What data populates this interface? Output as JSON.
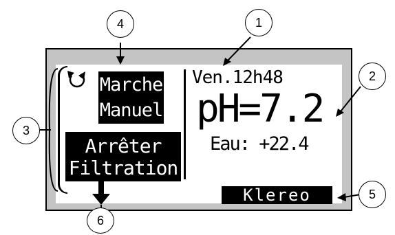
{
  "display": {
    "mode_line1": "Marche",
    "mode_line2": "Manuel",
    "stop_line1": "Arrêter",
    "stop_line2": "Filtration",
    "datetime": "Ven.12h48",
    "ph_reading": "pH=7.2",
    "water_temp": "Eau: +22.4",
    "brand": "Klereo",
    "icons": [
      "cycle-arrows-icon",
      "down-arrow-icon"
    ]
  },
  "callouts": [
    "1",
    "2",
    "3",
    "4",
    "5",
    "6"
  ],
  "colors": {
    "frame": "#c4c4c4",
    "screen": "#ffffff",
    "ink": "#000000"
  }
}
